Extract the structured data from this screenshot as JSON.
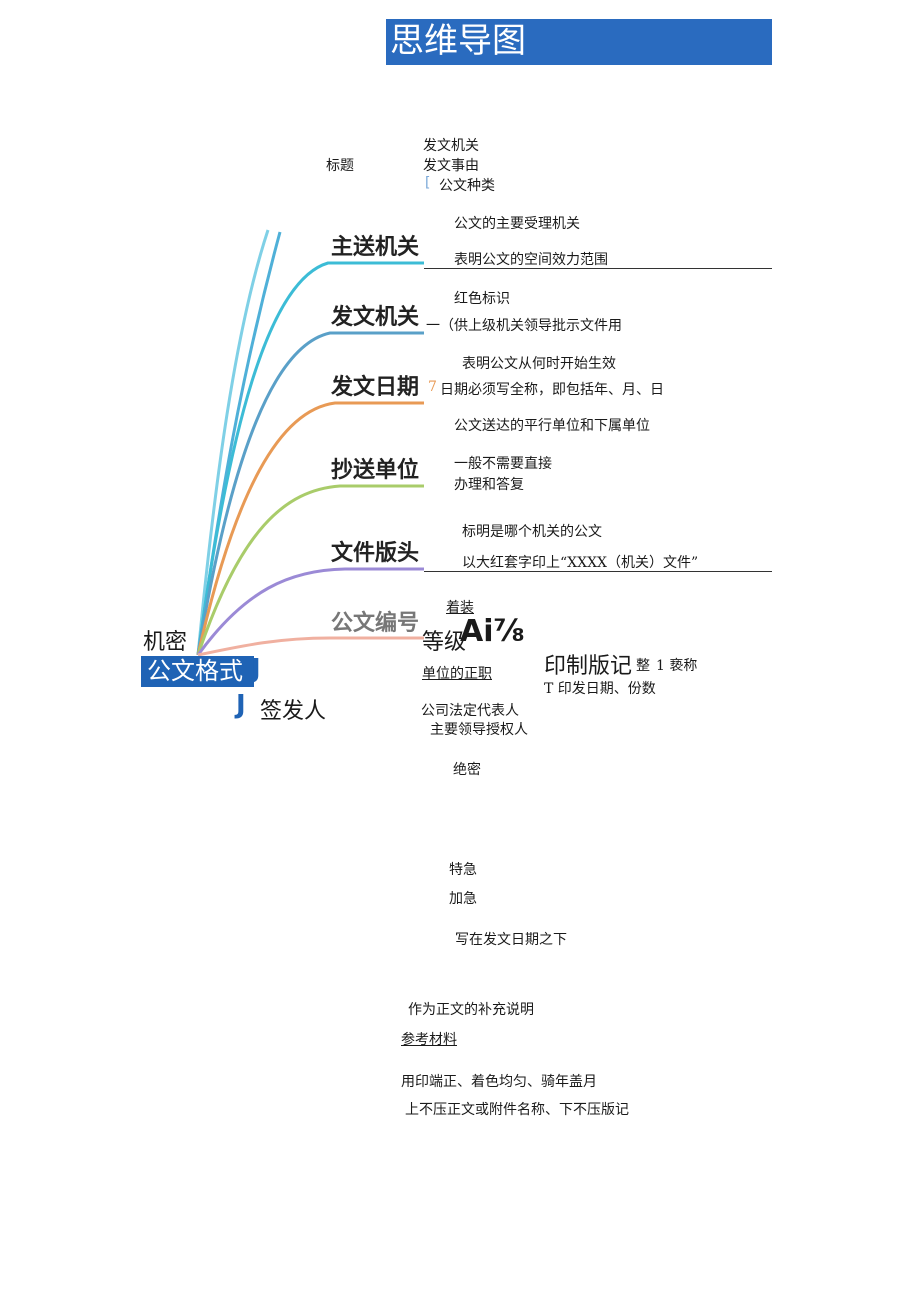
{
  "header": {
    "title": "思维导图"
  },
  "root": {
    "label": "公文格式",
    "glyph": "J"
  },
  "side_labels": {
    "jimi": "机密",
    "qianfaren": "签发人",
    "qianfaren_glyph": "J"
  },
  "branches": [
    {
      "label": "主送机关",
      "color": "#3cbcd6"
    },
    {
      "label": "发文机关",
      "color": "#5aa0c8"
    },
    {
      "label": "发文日期",
      "color": "#e89a55"
    },
    {
      "label": "抄送单位",
      "color": "#a9cc6a"
    },
    {
      "label": "文件版头",
      "color": "#9b8ad6"
    },
    {
      "label": "公文编号",
      "color": "#f0b0a0"
    }
  ],
  "extra_curves": [
    {
      "color": "#7fd0e6"
    },
    {
      "color": "#4fb0d8"
    }
  ],
  "title_node": {
    "label": "标题",
    "items": [
      "发文机关",
      "发文事由",
      "公文种类"
    ],
    "bracket": "["
  },
  "notes": {
    "zhusong_1": "公文的主要受理机关",
    "zhusong_2": "表明公文的空间效力范围",
    "fawen_1": "红色标识",
    "fawen_2": "（供上级机关领导批示文件用",
    "fawen_2_prefix": "一",
    "riqi_1": "表明公文从何时开始生效",
    "riqi_2": "日期必须写全称，即包括年、月、日",
    "riqi_2_prefix": "7",
    "chaosong_1": "公文送达的平行单位和下属单位",
    "chaosong_2": "一般不需要直接",
    "chaosong_3": "办理和答复",
    "bantou_1": "标明是哪个机关的公文",
    "bantou_2": "以大红套字印上“XXXX（机关）文件”",
    "zhuangding": "着装",
    "dengji": "等级",
    "ai_glyph": "Ai⅞",
    "danwei": "单位的正职",
    "yinzhi": "印制版记",
    "zheng": "整",
    "zheng_sup": "1",
    "zheng_tail": "1 亵称",
    "yinfa": "T 印发日期、份数",
    "gongsi": "公司法定代表人",
    "zhuyao": "主要领导授权人",
    "juemi": "绝密",
    "teji": "特急",
    "jiaji": "加急",
    "xiezai": "写在发文日期之下",
    "zuowei": "作为正文的补充说明",
    "cankao": "参考材料",
    "yongyin": "用印端正、着色均匀、骑年盖月",
    "shangbu": "上不压正文或附件名称、下不压版记"
  }
}
